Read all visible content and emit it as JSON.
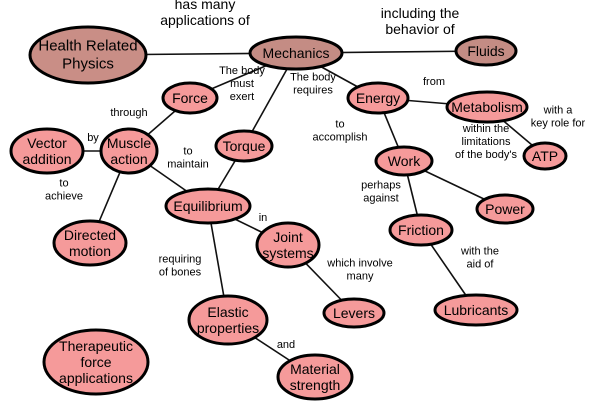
{
  "colors": {
    "node_fill": "#f59a9a",
    "root_fill": "#c98e86",
    "mid_fill": "#c48c84",
    "stroke": "#000000"
  },
  "nodes": {
    "health": {
      "lines": [
        "Health Related",
        "Physics"
      ],
      "style": "root"
    },
    "mechanics": {
      "lines": [
        "Mechanics"
      ],
      "style": "mid"
    },
    "fluids": {
      "lines": [
        "Fluids"
      ],
      "style": "mid"
    },
    "force": {
      "lines": [
        "Force"
      ]
    },
    "energy": {
      "lines": [
        "Energy"
      ]
    },
    "metabolism": {
      "lines": [
        "Metabolism"
      ]
    },
    "vector": {
      "lines": [
        "Vector",
        "addition"
      ]
    },
    "muscle": {
      "lines": [
        "Muscle",
        "action"
      ]
    },
    "torque": {
      "lines": [
        "Torque"
      ]
    },
    "atp": {
      "lines": [
        "ATP"
      ]
    },
    "work": {
      "lines": [
        "Work"
      ]
    },
    "equilibrium": {
      "lines": [
        "Equilibrium"
      ]
    },
    "power": {
      "lines": [
        "Power"
      ]
    },
    "joint": {
      "lines": [
        "Joint",
        "systems"
      ]
    },
    "friction": {
      "lines": [
        "Friction"
      ]
    },
    "directed": {
      "lines": [
        "Directed",
        "motion"
      ]
    },
    "levers": {
      "lines": [
        "Levers"
      ]
    },
    "lubricants": {
      "lines": [
        "Lubricants"
      ]
    },
    "elastic": {
      "lines": [
        "Elastic",
        "properties"
      ]
    },
    "therapeutic": {
      "lines": [
        "Therapeutic",
        "force",
        "applications"
      ]
    },
    "material": {
      "lines": [
        "Material",
        "strength"
      ]
    }
  },
  "edges": [
    {
      "from": "health",
      "to": "mechanics",
      "label": [
        "has many",
        "applications of"
      ],
      "big": true
    },
    {
      "from": "mechanics",
      "to": "fluids",
      "label": [
        "including the",
        "behavior of"
      ],
      "big": true
    },
    {
      "from": "mechanics",
      "to": "force"
    },
    {
      "from": "mechanics",
      "to": "torque",
      "label": [
        "The body",
        "must",
        "exert"
      ]
    },
    {
      "from": "mechanics",
      "to": "energy",
      "label": [
        "The body",
        "requires"
      ]
    },
    {
      "from": "energy",
      "to": "metabolism",
      "label": [
        "from"
      ]
    },
    {
      "from": "metabolism",
      "to": "atp",
      "label": [
        "with a",
        "key role for"
      ]
    },
    {
      "from": "energy",
      "to": "work",
      "label": [
        "to",
        "accomplish"
      ]
    },
    {
      "from": "work",
      "to": "power",
      "label": [
        "within the",
        "limitations",
        "of the body's"
      ]
    },
    {
      "from": "work",
      "to": "friction",
      "label": [
        "perhaps",
        "against"
      ]
    },
    {
      "from": "friction",
      "to": "lubricants",
      "label": [
        "with the",
        "aid of"
      ]
    },
    {
      "from": "force",
      "to": "muscle",
      "label": [
        "through"
      ]
    },
    {
      "from": "muscle",
      "to": "vector",
      "label": [
        "by"
      ]
    },
    {
      "from": "muscle",
      "to": "directed",
      "label": [
        "to",
        "achieve"
      ]
    },
    {
      "from": "muscle",
      "to": "equilibrium",
      "label": [
        "to",
        "maintain"
      ]
    },
    {
      "from": "torque",
      "to": "equilibrium"
    },
    {
      "from": "equilibrium",
      "to": "joint",
      "label": [
        "in"
      ]
    },
    {
      "from": "joint",
      "to": "levers",
      "label": [
        "which involve",
        "many"
      ]
    },
    {
      "from": "equilibrium",
      "to": "elastic",
      "label": [
        "requiring",
        "of bones"
      ]
    },
    {
      "from": "elastic",
      "to": "material",
      "label": [
        "and"
      ]
    }
  ]
}
